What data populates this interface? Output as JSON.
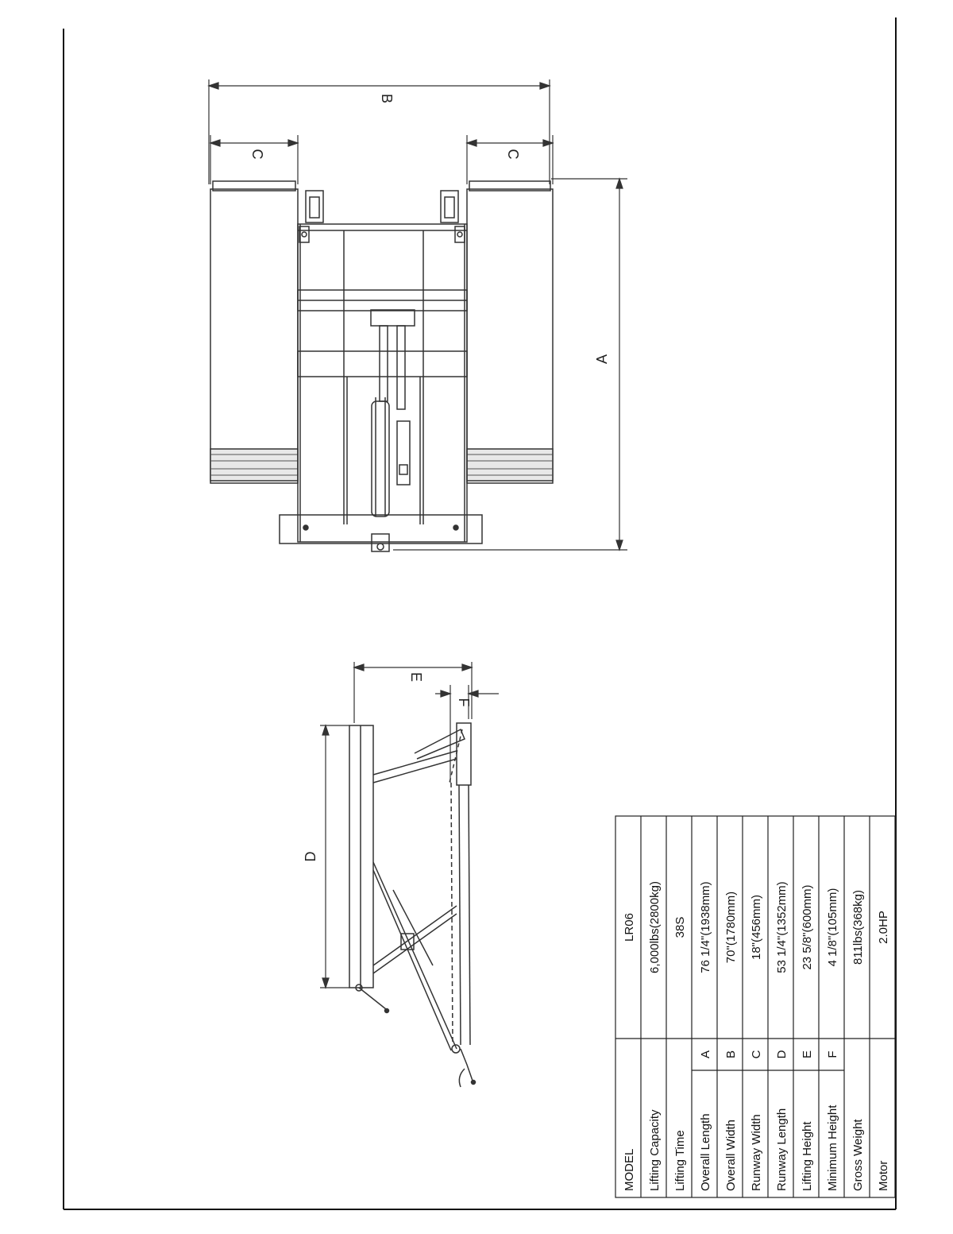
{
  "dimension_labels": {
    "a": "A",
    "b": "B",
    "c": "C",
    "d": "D",
    "e": "E",
    "f": "F"
  },
  "spec_table": {
    "model_label": "MODEL",
    "model_value": "LR06",
    "rows": [
      {
        "label": "Lifting Capacity",
        "code": "",
        "value": "6,000lbs(2800kg)"
      },
      {
        "label": "Lifting Time",
        "code": "",
        "value": "38S"
      },
      {
        "label": "Overall Length",
        "code": "A",
        "value": "76 1/4\"(1938mm)"
      },
      {
        "label": "Overall Width",
        "code": "B",
        "value": "70\"(1780mm)"
      },
      {
        "label": "Runway Width",
        "code": "C",
        "value": "18\"(456mm)"
      },
      {
        "label": "Runway Length",
        "code": "D",
        "value": "53 1/4\"(1352mm)"
      },
      {
        "label": "Lifting Height",
        "code": "E",
        "value": "23 5/8\"(600mm)"
      },
      {
        "label": "Minimum Height",
        "code": "F",
        "value": "4 1/8\"(105mm)"
      },
      {
        "label": "Gross Weight",
        "code": "",
        "value": "811lbs(368kg)"
      },
      {
        "label": "Motor",
        "code": "",
        "value": "2.0HP"
      }
    ]
  }
}
